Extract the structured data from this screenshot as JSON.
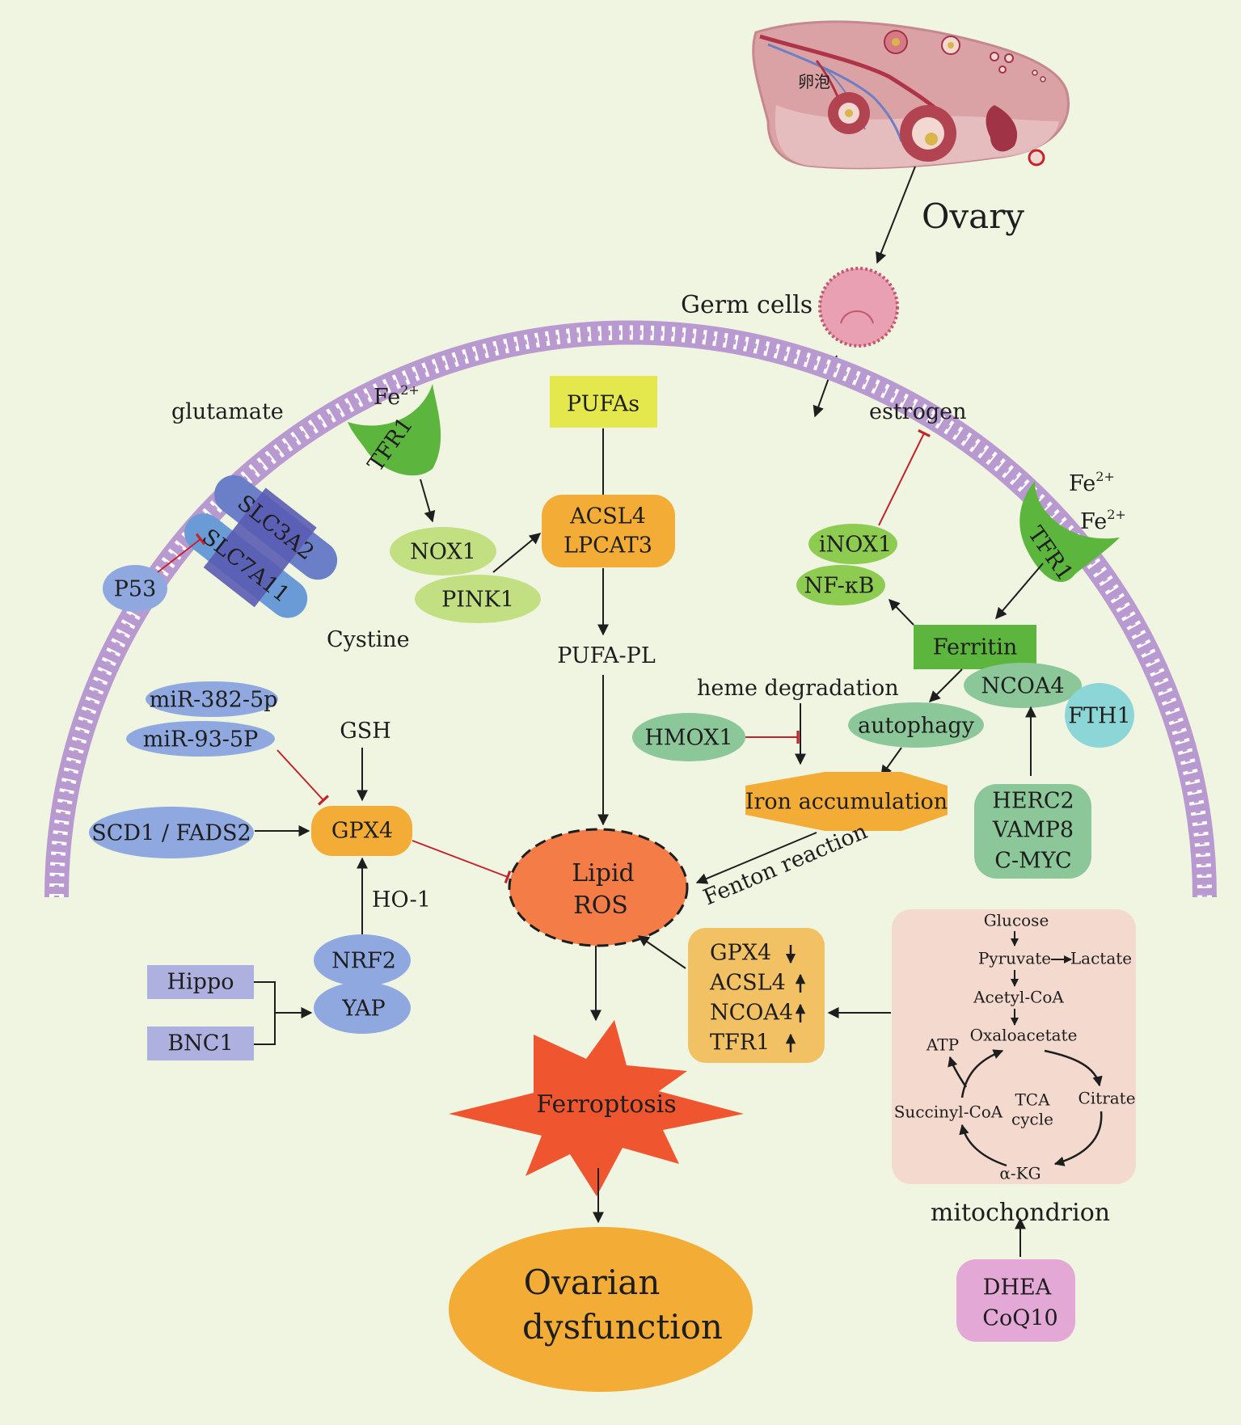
{
  "organ": {
    "label": "Ovary",
    "chinese_label": "卵泡"
  },
  "germ": {
    "label": "Germ cells"
  },
  "membrane": {
    "glutamate": "glutamate",
    "cystine": "Cystine",
    "estrogen": "estrogen",
    "fe_left": "Fe",
    "fe_right_1": "Fe",
    "fe_right_2": "Fe",
    "fe_charge": "2+",
    "tfr1_left": "TFR1",
    "tfr1_right": "TFR1",
    "slc3a2": "SLC3A2",
    "slc7a11": "SLC7A11",
    "pufas": "PUFAs"
  },
  "nodes": {
    "p53": "P53",
    "nox1": "NOX1",
    "pink1": "PINK1",
    "acsl4": "ACSL4",
    "lpcat3": "LPCAT3",
    "pufa_pl": "PUFA-PL",
    "inox1": "iNOX1",
    "nfkb": "NF-κB",
    "ferritin": "Ferritin",
    "ncoa4": "NCOA4",
    "fth1": "FTH1",
    "heme_degradation": "heme degradation",
    "hmox1": "HMOX1",
    "autophagy": "autophagy",
    "iron_accumulation": "Iron accumulation",
    "fenton": "Fenton reaction",
    "herc2": "HERC2",
    "vamp8": "VAMP8",
    "cmyc": "C-MYC",
    "mir382": "miR-382-5p",
    "mir93": "miR-93-5P",
    "gsh": "GSH",
    "gpx4": "GPX4",
    "scd1": "SCD1 / FADS2",
    "ho1": "HO-1",
    "nrf2": "NRF2",
    "yap": "YAP",
    "hippo": "Hippo",
    "bnc1": "BNC1",
    "lipid": "Lipid",
    "ros": "ROS",
    "ferroptosis": "Ferroptosis",
    "ovarian": "Ovarian",
    "dysfunction": "dysfunction",
    "dhea": "DHEA",
    "coq10": "CoQ10"
  },
  "changes": [
    {
      "name": "GPX4",
      "direction": "down"
    },
    {
      "name": "ACSL4",
      "direction": "up"
    },
    {
      "name": "NCOA4",
      "direction": "up"
    },
    {
      "name": "TFR1",
      "direction": "up"
    }
  ],
  "mito": {
    "label": "mitochondrion",
    "glucose": "Glucose",
    "pyruvate": "Pyruvate",
    "lactate": "Lactate",
    "acetyl_coa": "Acetyl-CoA",
    "oxaloacetate": "Oxaloacetate",
    "atp": "ATP",
    "citrate": "Citrate",
    "succinyl": "Succinyl-CoA",
    "tca": "TCA",
    "cycle": "cycle",
    "akg": "α-KG"
  },
  "colors": {
    "background": "#f0f5e1",
    "orange": "#f3ad36",
    "membrane": "#b99ad0",
    "tfr1_green": "#5cb53c",
    "light_green": "#c2df82",
    "mid_green": "#8dcb51",
    "teal_green": "#8cc79a",
    "blue": "#8fa9e0",
    "cyan": "#8dd6d8",
    "lavender": "#aeb1df",
    "pink": "#e3a8d6",
    "mito_bg": "#f4d9cf",
    "yellow": "#e5e84d",
    "lipid_ros": "#f47d47",
    "ferroptosis": "#ef5630",
    "inhibit_red": "#c4232b"
  }
}
